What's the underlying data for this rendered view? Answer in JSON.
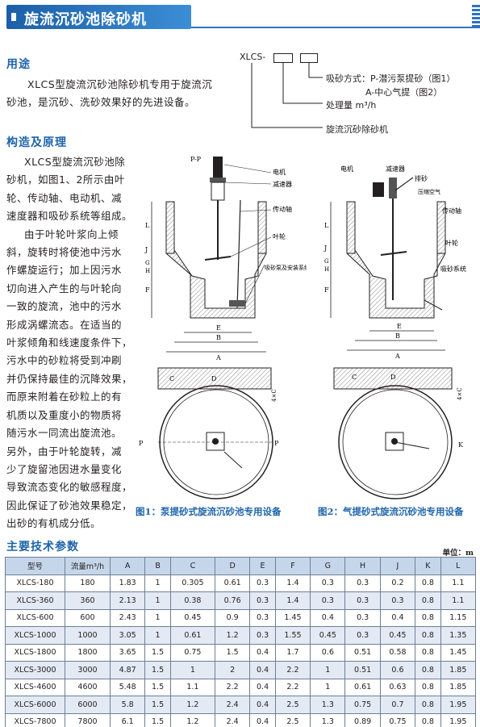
{
  "header": {
    "title": "旋流沉砂池除砂机"
  },
  "usage": {
    "heading": "用途",
    "lines": [
      "XLCS型旋流沉砂池除砂机专用于旋流沉",
      "砂池，是沉砂、洗砂效果好的先进设备。"
    ]
  },
  "model_code": {
    "prefix": "XLCS-",
    "method_line1": "吸砂方式：P-潜污泵提砂（图1）",
    "method_line2": "A-中心气提（图2）",
    "capacity": "处理量 m³/h",
    "product": "旋流沉砂除砂机"
  },
  "construction": {
    "heading": "构造及原理",
    "lines": [
      "XLCS型旋流沉砂池除",
      "砂机，如图1、2所示由叶",
      "轮、传动轴、电动机、减",
      "速度器和吸砂系统等组成。",
      "由于叶轮叶浆向上倾",
      "斜，旋转时将使池中污水",
      "作螺旋运行；加上因污水",
      "切向进入产生的与叶轮向",
      "一致的旋流，池中的污水",
      "形成涡螺流态。在适当的",
      "叶浆倾角和线速度条件下，",
      "污水中的砂粒将受到冲刷",
      "并仍保持最佳的沉降效果，",
      "而原来附着在砂粒上的有",
      "机质以及重度小的物质将",
      "随污水一同流出旋流池。",
      "另外，由于叶轮旋转，减",
      "少了旋留池因进水量变化",
      "导致流态变化的敏感程度，",
      "因此保证了砂池效果稳定，",
      "出砂的有机成分低。"
    ]
  },
  "fig1": {
    "labels": {
      "pp": "P-P",
      "motor": "电机",
      "reducer": "减速器",
      "shaft": "传动轴",
      "impeller": "叶轮",
      "pump": "吸砂泵及安装系统",
      "L": "L",
      "J": "J",
      "G": "G",
      "H": "H",
      "F": "F",
      "E": "E",
      "B": "B",
      "A": "A",
      "C": "C",
      "D": "D",
      "P": "P",
      "fourC": "4×C"
    },
    "caption": "图1：泵提砂式旋流沉砂池专用设备"
  },
  "fig2": {
    "labels": {
      "motor": "电机",
      "reducer": "减速器",
      "sand_discharge": "排砂",
      "air": "压缩空气",
      "shaft": "传动轴",
      "impeller": "叶轮",
      "suction": "吸砂系统",
      "L": "L",
      "J": "J",
      "G": "G",
      "H": "H",
      "F": "F",
      "E": "E",
      "B": "B",
      "A": "A",
      "C": "C",
      "D": "D",
      "fourC": "4×C",
      "K": "K"
    },
    "caption": "图2：气提砂式旋流沉砂池专用设备"
  },
  "params": {
    "heading": "主要技术参数",
    "unit": "单位：m",
    "columns": [
      "型号",
      "流量m³/h",
      "A",
      "B",
      "C",
      "D",
      "E",
      "F",
      "G",
      "H",
      "J",
      "K",
      "L"
    ],
    "rows": [
      [
        "XLCS-180",
        "180",
        "1.83",
        "1",
        "0.305",
        "0.61",
        "0.3",
        "1.4",
        "0.3",
        "0.3",
        "0.2",
        "0.8",
        "1.1"
      ],
      [
        "XLCS-360",
        "360",
        "2.13",
        "1",
        "0.38",
        "0.76",
        "0.3",
        "1.4",
        "0.3",
        "0.3",
        "0.3",
        "0.8",
        "1.1"
      ],
      [
        "XLCS-600",
        "600",
        "2.43",
        "1",
        "0.45",
        "0.9",
        "0.3",
        "1.45",
        "0.4",
        "0.3",
        "0.4",
        "0.8",
        "1.15"
      ],
      [
        "XLCS-1000",
        "1000",
        "3.05",
        "1",
        "0.61",
        "1.2",
        "0.3",
        "1.55",
        "0.45",
        "0.3",
        "0.45",
        "0.8",
        "1.35"
      ],
      [
        "XLCS-1800",
        "1800",
        "3.65",
        "1.5",
        "0.75",
        "1.5",
        "0.4",
        "1.7",
        "0.6",
        "0.51",
        "0.58",
        "0.8",
        "1.45"
      ],
      [
        "XLCS-3000",
        "3000",
        "4.87",
        "1.5",
        "1",
        "2",
        "0.4",
        "2.2",
        "1",
        "0.51",
        "0.6",
        "0.8",
        "1.85"
      ],
      [
        "XLCS-4600",
        "4600",
        "5.48",
        "1.5",
        "1.1",
        "2.2",
        "0.4",
        "2.2",
        "1",
        "0.61",
        "0.63",
        "0.8",
        "1.85"
      ],
      [
        "XLCS-6000",
        "6000",
        "5.8",
        "1.5",
        "1.2",
        "2.4",
        "0.4",
        "2.5",
        "1.3",
        "0.75",
        "0.7",
        "0.8",
        "1.95"
      ],
      [
        "XLCS-7800",
        "7800",
        "6.1",
        "1.5",
        "1.2",
        "2.4",
        "0.4",
        "2.5",
        "1.3",
        "0.89",
        "0.75",
        "0.8",
        "1.95"
      ]
    ]
  }
}
